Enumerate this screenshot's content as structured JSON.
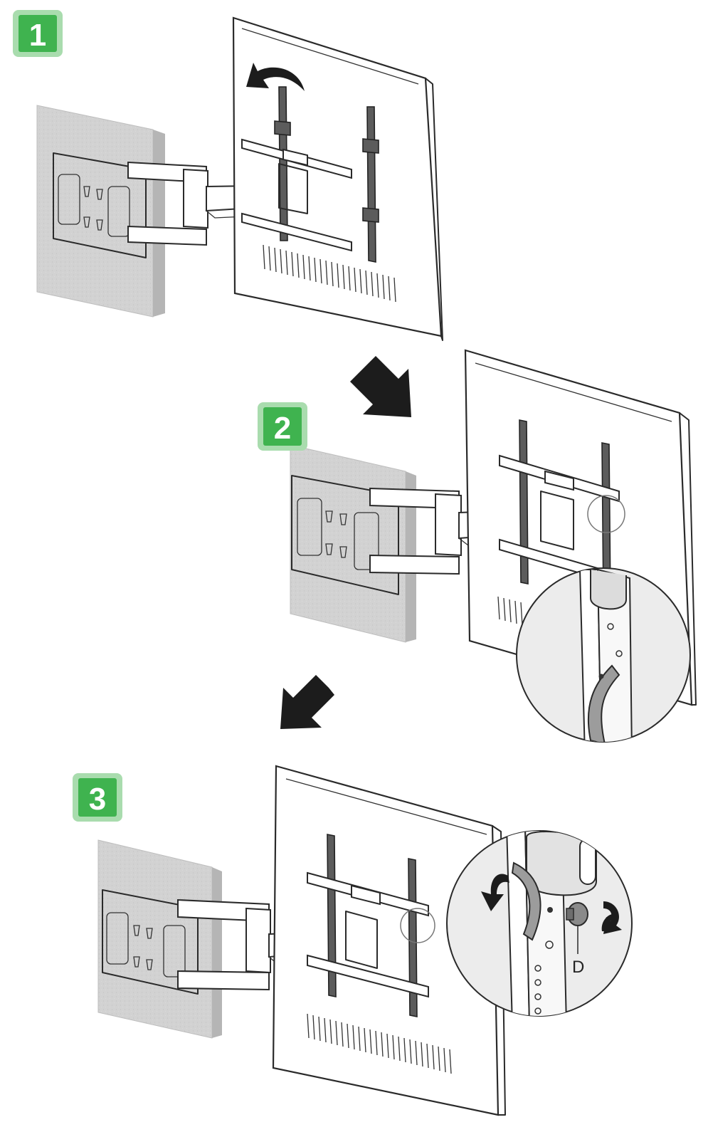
{
  "steps": [
    {
      "number": "1",
      "badge_color": "#3fb34f",
      "badge_border": "#a9dcae"
    },
    {
      "number": "2",
      "badge_color": "#3fb34f",
      "badge_border": "#a9dcae"
    },
    {
      "number": "3",
      "badge_color": "#3fb34f",
      "badge_border": "#a9dcae"
    }
  ],
  "callout": {
    "part_label": "D"
  },
  "icons": [
    "curved-arrow-icon",
    "down-right-arrow-icon",
    "down-left-arrow-icon",
    "rotate-arrow-icon",
    "magnifier-lens-icon"
  ]
}
